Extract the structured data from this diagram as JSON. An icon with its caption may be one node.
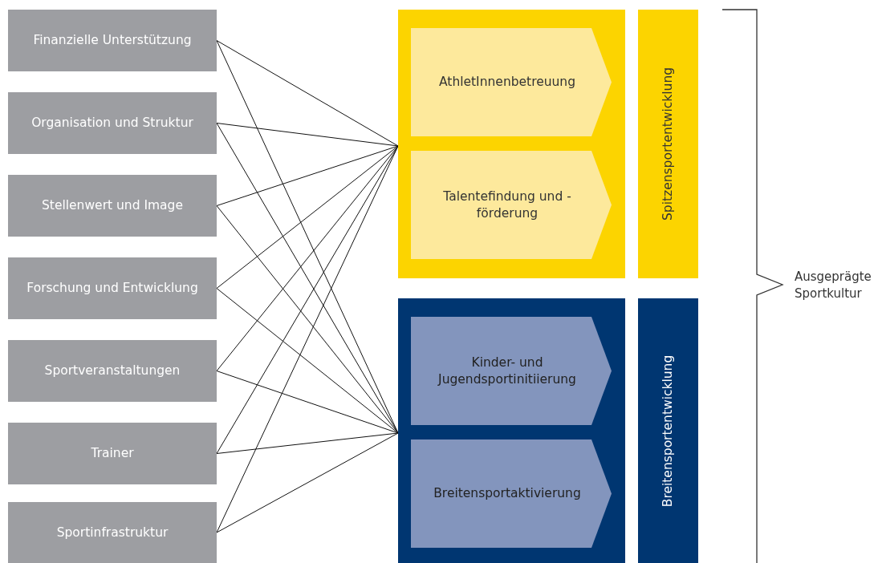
{
  "diagram": {
    "nodes": [
      {
        "text": [
          "Finanzielle Unterstützung"
        ]
      },
      {
        "text": [
          "Organisation und Struktur"
        ]
      },
      {
        "text": [
          "Stellenwert und Image"
        ]
      },
      {
        "text": [
          "Forschung und Entwicklung"
        ]
      },
      {
        "text": [
          "Sportveranstaltungen"
        ]
      },
      {
        "text": [
          "Trainer"
        ]
      },
      {
        "text": [
          "Sportinfrastruktur"
        ]
      },
      {
        "text": [],
        "shape": "box"
      },
      {
        "text": [
          "AthletInnenbetreuung"
        ],
        "in": 7
      },
      {
        "text": [
          "Talentefindung und -förderung"
        ],
        "in": 7
      },
      {
        "text": [],
        "shape": "box"
      },
      {
        "text": [
          "Kinder- und Jugendsportinitiierung"
        ],
        "in": 10
      },
      {
        "text": [
          "Breitensportaktivierung"
        ],
        "in": 10
      },
      {
        "text": [
          "Spitzensportentwicklung"
        ]
      },
      {
        "text": [
          "Breitensportentwicklung"
        ]
      }
    ],
    "edges": [
      {
        "from": 0,
        "to": 7,
        "arrow": "none"
      },
      {
        "from": 0,
        "to": 10,
        "arrow": "none"
      },
      {
        "from": 1,
        "to": 7,
        "arrow": "none"
      },
      {
        "from": 1,
        "to": 10,
        "arrow": "none"
      },
      {
        "from": 2,
        "to": 7,
        "arrow": "none"
      },
      {
        "from": 2,
        "to": 10,
        "arrow": "none"
      },
      {
        "from": 3,
        "to": 7,
        "arrow": "none"
      },
      {
        "from": 3,
        "to": 10,
        "arrow": "none"
      },
      {
        "from": 4,
        "to": 7,
        "arrow": "none"
      },
      {
        "from": 4,
        "to": 10,
        "arrow": "none"
      },
      {
        "from": 5,
        "to": 7,
        "arrow": "none"
      },
      {
        "from": 5,
        "to": 10,
        "arrow": "none"
      },
      {
        "from": 6,
        "to": 7,
        "arrow": "none"
      },
      {
        "from": 6,
        "to": 10,
        "arrow": "none"
      }
    ],
    "labels": [
      "Ausgeprägte Sportkultur"
    ]
  }
}
